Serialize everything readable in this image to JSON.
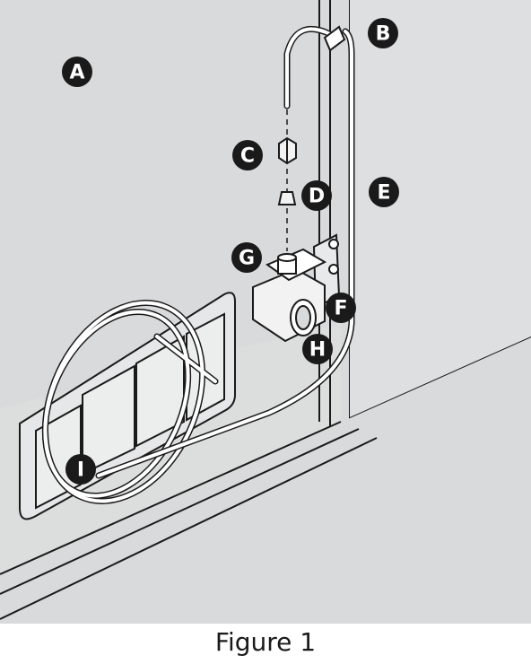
{
  "caption": "Figure 1",
  "colors": {
    "background": "#d9dadb",
    "stroke": "#1a1a1a",
    "panel": "#eceded",
    "label_fill": "#1a1a1a",
    "label_text": "#ffffff"
  },
  "labels": {
    "A": "A",
    "B": "B",
    "C": "C",
    "D": "D",
    "E": "E",
    "F": "F",
    "G": "G",
    "H": "H",
    "I": "I"
  }
}
